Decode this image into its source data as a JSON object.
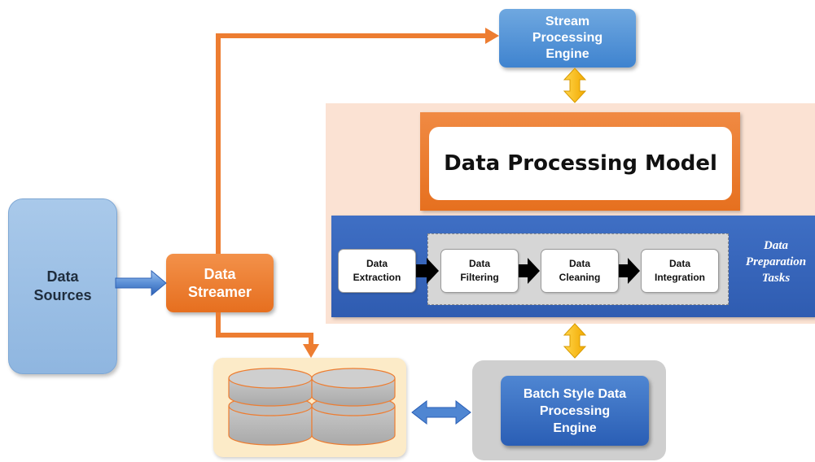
{
  "diagram": {
    "data_sources": "Data\nSources",
    "data_streamer": "Data\nStreamer",
    "stream_engine": "Stream\nProcessing\nEngine",
    "processing_model": "Data Processing Model",
    "tasks": [
      "Data\nExtraction",
      "Data\nFiltering",
      "Data\nCleaning",
      "Data\nIntegration"
    ],
    "tasks_caption": "Data\nPreparation\nTasks",
    "batch_engine": "Batch Style Data\nProcessing\nEngine"
  },
  "colors": {
    "orange": "#ed7d31",
    "blue": "#4472c4",
    "gold": "#f5b800",
    "peach": "#fbe2d3"
  }
}
